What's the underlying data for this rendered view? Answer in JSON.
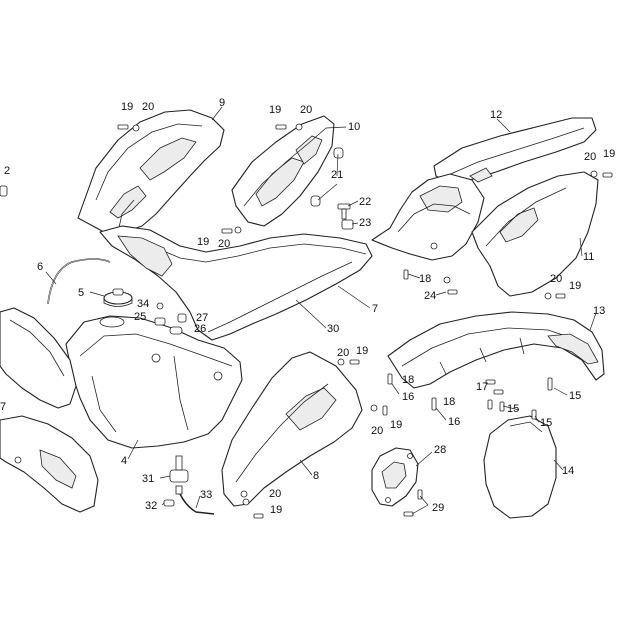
{
  "diagram": {
    "callouts": {
      "c2": "2",
      "c4": "4",
      "c5": "5",
      "c6": "6",
      "c7": "7",
      "c7b": "7",
      "c8": "8",
      "c9": "9",
      "c10": "10",
      "c11": "11",
      "c12": "12",
      "c13": "13",
      "c14": "14",
      "c15a": "15",
      "c15b": "15",
      "c15c": "15",
      "c16a": "16",
      "c16b": "16",
      "c17": "17",
      "c18a": "18",
      "c18b": "18",
      "c18c": "18",
      "c19a": "19",
      "c19b": "19",
      "c19c": "19",
      "c19d": "19",
      "c19e": "19",
      "c19f": "19",
      "c19g": "19",
      "c19h": "19",
      "c20a": "20",
      "c20b": "20",
      "c20c": "20",
      "c20d": "20",
      "c20e": "20",
      "c20f": "20",
      "c20g": "20",
      "c20h": "20",
      "c21": "21",
      "c22": "22",
      "c23": "23",
      "c24": "24",
      "c25": "25",
      "c26": "26",
      "c27": "27",
      "c28": "28",
      "c29": "29",
      "c30": "30",
      "c31": "31",
      "c32": "32",
      "c33": "33",
      "c34": "34"
    }
  }
}
